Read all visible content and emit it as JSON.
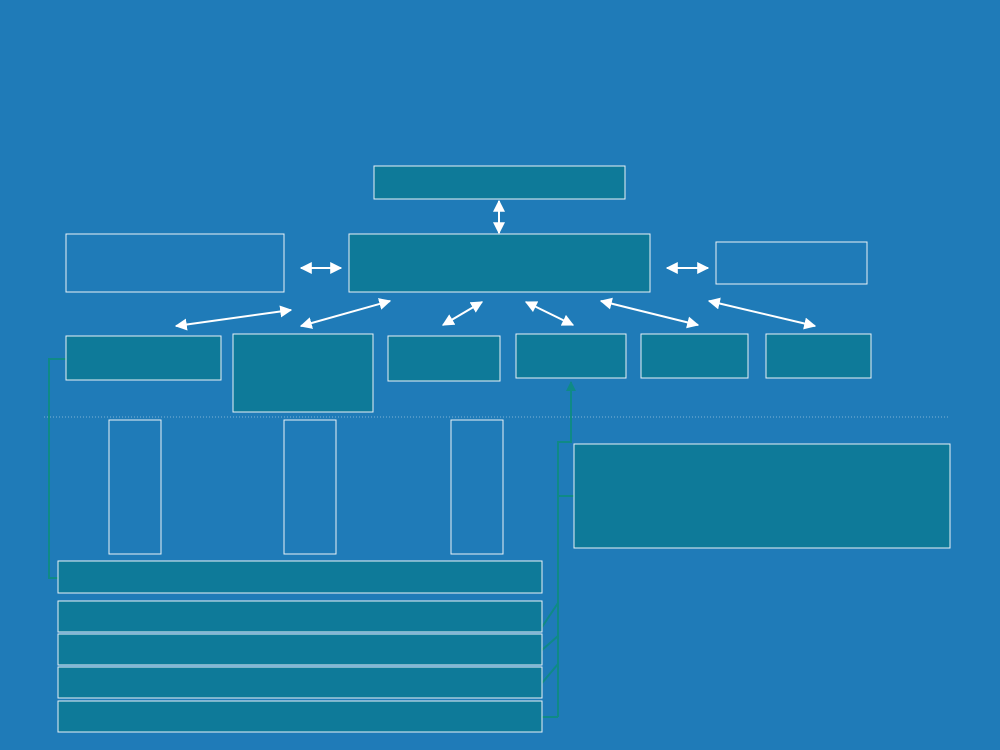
{
  "colors": {
    "background": "#1f7bb8",
    "node_fill": "#0e7a99",
    "node_border": "#e8f1f6",
    "outline_border": "#e8f1f6",
    "arrow": "#ffffff",
    "connector": "#0f8a86",
    "divider": "#7fb3d6"
  },
  "nodes": [
    {
      "id": "top-box",
      "label": "",
      "filled": true
    },
    {
      "id": "center-box",
      "label": "",
      "filled": true
    },
    {
      "id": "left-box",
      "label": "",
      "filled": false
    },
    {
      "id": "right-box",
      "label": "",
      "filled": false
    },
    {
      "id": "row-box-1",
      "label": "",
      "filled": true
    },
    {
      "id": "row-box-2",
      "label": "",
      "filled": true
    },
    {
      "id": "row-box-3",
      "label": "",
      "filled": true
    },
    {
      "id": "row-box-4",
      "label": "",
      "filled": true
    },
    {
      "id": "row-box-5",
      "label": "",
      "filled": true
    },
    {
      "id": "row-box-6",
      "label": "",
      "filled": true
    },
    {
      "id": "column-box-1",
      "label": "",
      "filled": false
    },
    {
      "id": "column-box-2",
      "label": "",
      "filled": false
    },
    {
      "id": "column-box-3",
      "label": "",
      "filled": false
    },
    {
      "id": "panel-box",
      "label": "",
      "filled": true
    },
    {
      "id": "bar-1",
      "label": "",
      "filled": true
    },
    {
      "id": "bar-2",
      "label": "",
      "filled": true
    },
    {
      "id": "bar-3",
      "label": "",
      "filled": true
    },
    {
      "id": "bar-4",
      "label": "",
      "filled": true
    },
    {
      "id": "bar-5",
      "label": "",
      "filled": true
    }
  ],
  "edges": [
    {
      "from": "top-box",
      "to": "center-box",
      "style": "double-arrow"
    },
    {
      "from": "left-box",
      "to": "center-box",
      "style": "double-arrow"
    },
    {
      "from": "center-box",
      "to": "right-box",
      "style": "double-arrow"
    },
    {
      "from": "center-box",
      "to": "row-box-1",
      "style": "double-arrow"
    },
    {
      "from": "center-box",
      "to": "row-box-2",
      "style": "double-arrow"
    },
    {
      "from": "center-box",
      "to": "row-box-3",
      "style": "double-arrow"
    },
    {
      "from": "center-box",
      "to": "row-box-4",
      "style": "double-arrow"
    },
    {
      "from": "center-box",
      "to": "row-box-5",
      "style": "double-arrow"
    },
    {
      "from": "center-box",
      "to": "row-box-6",
      "style": "double-arrow"
    },
    {
      "from": "row-box-1",
      "to": "bar-1",
      "style": "connector"
    },
    {
      "from": "bar-2",
      "to": "row-box-4",
      "style": "connector-arrow"
    },
    {
      "from": "bar-3",
      "to": "row-box-4",
      "style": "connector"
    },
    {
      "from": "bar-4",
      "to": "row-box-4",
      "style": "connector"
    },
    {
      "from": "bar-5",
      "to": "row-box-4",
      "style": "connector"
    },
    {
      "from": "panel-box",
      "to": "row-box-4",
      "style": "connector"
    }
  ]
}
